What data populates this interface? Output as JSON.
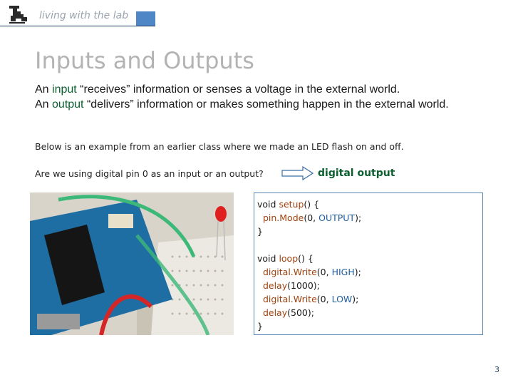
{
  "header": {
    "tagline": "living with the lab"
  },
  "slide": {
    "title": "Inputs and Outputs",
    "line1": {
      "a": "An ",
      "kw": "input",
      "b": " “receives” information or senses a voltage in the external world."
    },
    "line2": {
      "a": "An ",
      "kw": "output",
      "b": " “delivers” information or makes something happen in the external world."
    },
    "example": "Below is an example from an earlier class where we made an LED flash on and off.",
    "question": "Are we using digital pin 0 as an input or an output?",
    "answer": "digital output"
  },
  "code": {
    "l1a": "void ",
    "l1fn": "setup",
    "l1b": "() {",
    "l2fn": "pin.Mode",
    "l2a": "(0, ",
    "l2c": "OUTPUT",
    "l2b": ");",
    "l3": "}",
    "l5a": "void ",
    "l5fn": "loop",
    "l5b": "() {",
    "l6fn": "digital.Write",
    "l6a": "(0, ",
    "l6c": "HIGH",
    "l6b": ");",
    "l7fn": "delay",
    "l7a": "(1000);",
    "l8fn": "digital.Write",
    "l8a": "(0, ",
    "l8c": "LOW",
    "l8b": ");",
    "l9fn": "delay",
    "l9a": "(500);",
    "l10": "}"
  },
  "page_number": "3",
  "colors": {
    "keyword": "#0b5e2e",
    "function": "#a0420e",
    "constant": "#1f5fa0",
    "accent": "#4f86c6"
  }
}
